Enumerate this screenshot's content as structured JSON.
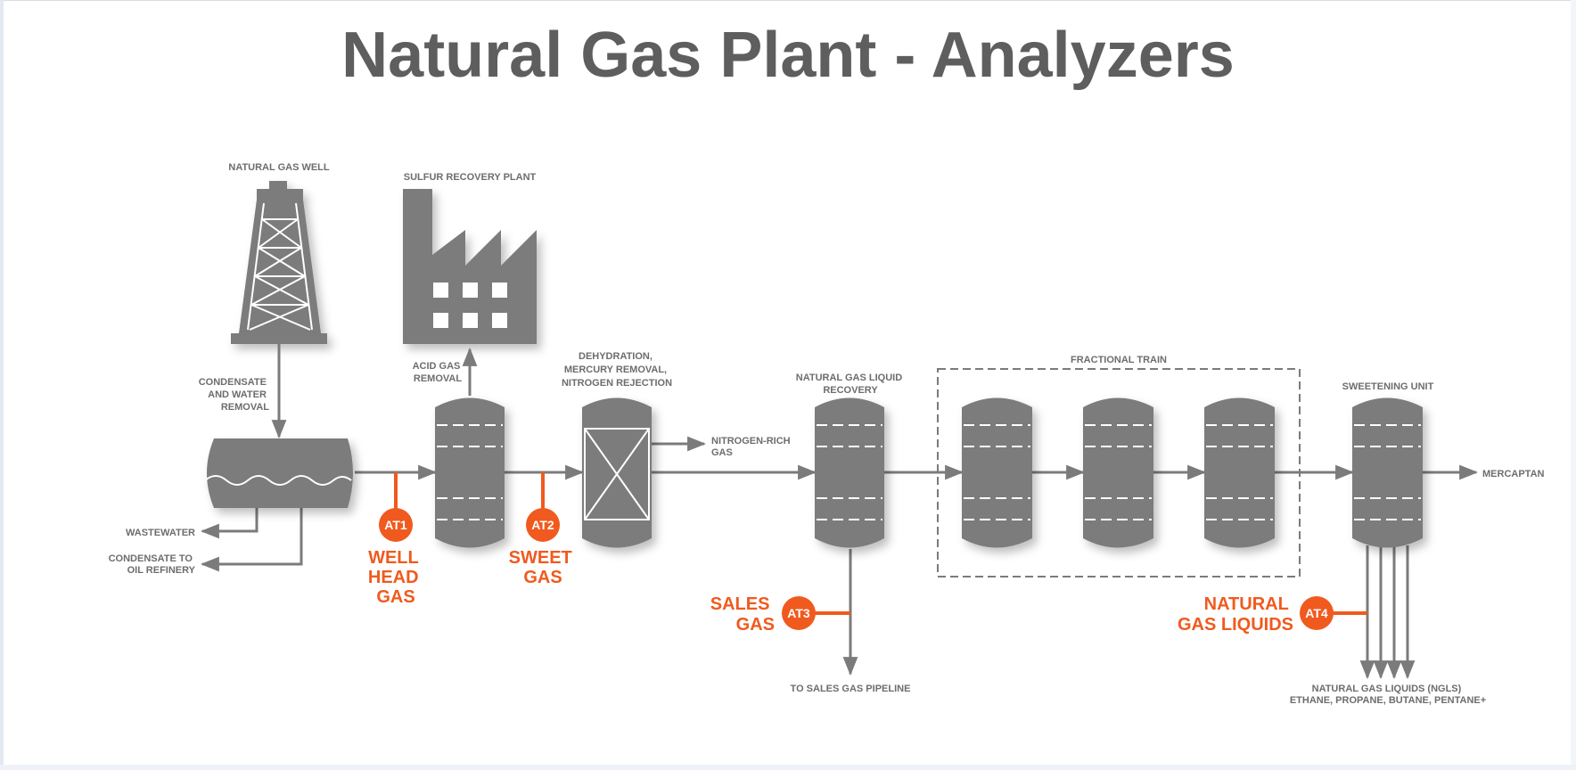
{
  "title": "Natural Gas Plant - Analyzers",
  "colors": {
    "equipment": "#7b7b7b",
    "analyzer": "#f05a1e",
    "label": "#6d6d6d",
    "title": "#5e5e5e"
  },
  "labels": {
    "natural_gas_well": "NATURAL GAS WELL",
    "sulfur_recovery_plant": "SULFUR RECOVERY PLANT",
    "condensate_water_removal": [
      "CONDENSATE",
      "AND WATER",
      "REMOVAL"
    ],
    "acid_gas_removal": [
      "ACID GAS",
      "REMOVAL"
    ],
    "dehydration": [
      "DEHYDRATION,",
      "MERCURY REMOVAL,",
      "NITROGEN REJECTION"
    ],
    "nitrogen_rich_gas": [
      "NITROGEN-RICH",
      "GAS"
    ],
    "ngl_recovery": [
      "NATURAL GAS LIQUID",
      "RECOVERY"
    ],
    "fractional_train": "FRACTIONAL TRAIN",
    "sweetening_unit": "SWEETENING UNIT",
    "mercaptan": "MERCAPTAN",
    "wastewater": "WASTEWATER",
    "condensate_to_refinery": [
      "CONDENSATE TO",
      "OIL REFINERY"
    ],
    "to_sales_gas_pipeline": "TO SALES GAS PIPELINE",
    "ngls": [
      "NATURAL GAS LIQUIDS (NGLS)",
      "ETHANE, PROPANE, BUTANE, PENTANE+"
    ]
  },
  "analyzers": [
    {
      "tag": "AT1",
      "caption": [
        "WELL",
        "HEAD",
        "GAS"
      ]
    },
    {
      "tag": "AT2",
      "caption": [
        "SWEET",
        "GAS"
      ]
    },
    {
      "tag": "AT3",
      "caption": [
        "SALES",
        "GAS"
      ]
    },
    {
      "tag": "AT4",
      "caption": [
        "NATURAL",
        "GAS LIQUIDS"
      ]
    }
  ]
}
